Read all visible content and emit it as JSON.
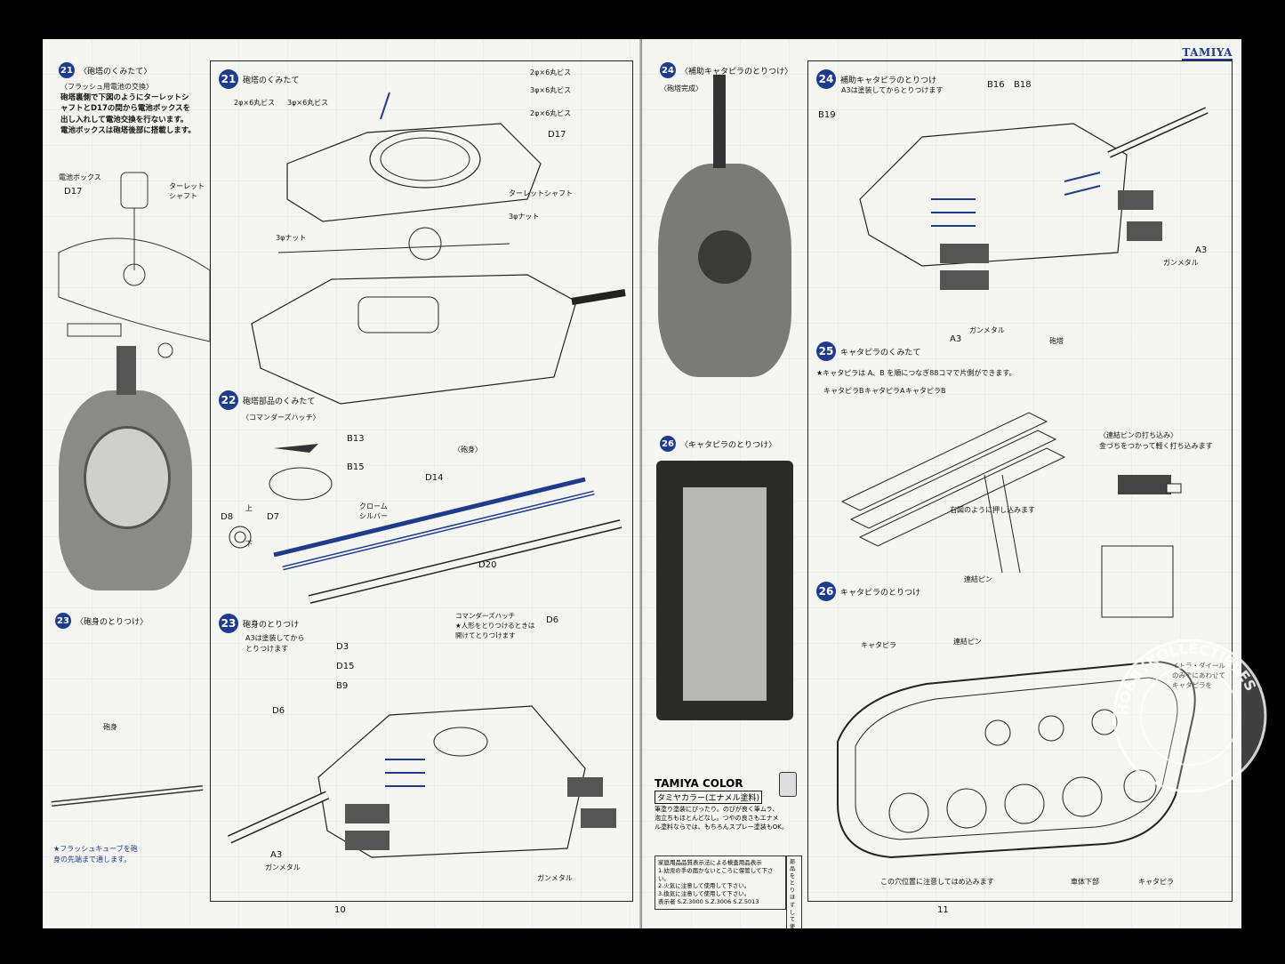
{
  "left": {
    "page_number": "10",
    "sec21_side": {
      "num": "21",
      "title": "〈砲塔のくみたて〉",
      "sub": "〈フラッシュ用電池の交換〉",
      "body": "砲塔裏側で下図のようにターレットシ\nャフトとD17の間から電池ボックスを\n出し入れして電池交換を行ないます。\n電池ボックスは砲塔後部に搭載します。",
      "labels": [
        "電池ボックス",
        "D17",
        "ターレット\nシャフト"
      ]
    },
    "sec21": {
      "num": "21",
      "title": "砲塔のくみたて",
      "screws": [
        "2φ×6丸ビス",
        "3φ×6丸ビス",
        "2φ×6丸ビス",
        "3φ×6丸ビス",
        "2φ×6丸ビス"
      ],
      "parts": [
        "D17",
        "ターレットシャフト",
        "3φナット",
        "3φナット"
      ]
    },
    "sec22": {
      "num": "22",
      "title": "砲塔部品のくみたて",
      "sub": "〈コマンダーズハッチ〉",
      "barrel_sub": "〈砲身〉",
      "parts": [
        "B13",
        "B15",
        "D14",
        "D8",
        "D7",
        "D20"
      ],
      "paint": "クローム\nシルバー",
      "marks": [
        "上",
        "下"
      ]
    },
    "sec23_side": {
      "num": "23",
      "title": "〈砲身のとりつけ〉",
      "barrel_label": "砲身",
      "note": "★フラッシュキューブを砲\n身の先端まで通します。"
    },
    "sec23": {
      "num": "23",
      "title": "砲身のとりつけ",
      "note": "A3は塗装してから\nとりつけます",
      "hatch": "コマンダーズハッチ\n★人形をとりつけるときは\n開けてとりつけます",
      "parts": [
        "D3",
        "D15",
        "B9",
        "D6",
        "D6",
        "A3"
      ],
      "paint": [
        "ガンメタル",
        "ガンメタル"
      ]
    }
  },
  "right": {
    "page_number": "11",
    "brand": "TAMIYA",
    "sec24_side": {
      "num": "24",
      "title": "〈補助キャタピラのとりつけ〉",
      "sub": "〈砲塔完成〉"
    },
    "sec24": {
      "num": "24",
      "title": "補助キャタピラのとりつけ",
      "note": "A3は塗装してからとりつけます",
      "parts": [
        "B16",
        "B18",
        "B19",
        "A3",
        "A3"
      ],
      "paint": [
        "ガンメタル",
        "ガンメタル"
      ],
      "turret": "砲塔"
    },
    "sec25": {
      "num": "25",
      "title": "キャタピラのくみたて",
      "note": "★キャタピラは A、B を順につなぎ88コマで片側ができます。",
      "labels": [
        "キャタピラB",
        "キャタピラA",
        "キャタピラB"
      ],
      "push": "右図のように押し込みます",
      "pin_title": "〈連結ピンの打ち込み〉",
      "pin_note": "金づちをつかって軽く打ち込みます",
      "pin": "連結ピン"
    },
    "sec26_side": {
      "num": "26",
      "title": "〈キャタピラのとりつけ〉"
    },
    "sec26": {
      "num": "26",
      "title": "キャタピラのとりつけ",
      "labels": [
        "キャタピラ",
        "連結ピン",
        "キャタピラ",
        "車体下部"
      ],
      "hole_note": "この穴位置に注意してはめ込みます",
      "side_note": "イトラ・ダイール\nのみぞにあわせて\nキャタピラを"
    },
    "color": {
      "title": "TAMIYA COLOR",
      "sub": "タミヤカラー(エナメル塗料)",
      "body": "筆塗り塗装にぴったり。のびが良く筆ムラ、\n泡立ちもほとんどなし。つやの良さもエナメ\nル塗料ならでは、もちろんスプレー塗装もOK。",
      "notice": "家庭用品品質表示法による検査用品表示\n1.幼児の手の届かないところに保管して下さい。\n2.火気に注意して使用して下さい。\n3.換気に注意して使用して下さい。\n表示者 S.Z.3000 S.Z.3006 S.Z.5013",
      "warn": "部品をとりはずして使用して下さい"
    },
    "watermark": "HOBBYKOLLECTIBLES"
  }
}
